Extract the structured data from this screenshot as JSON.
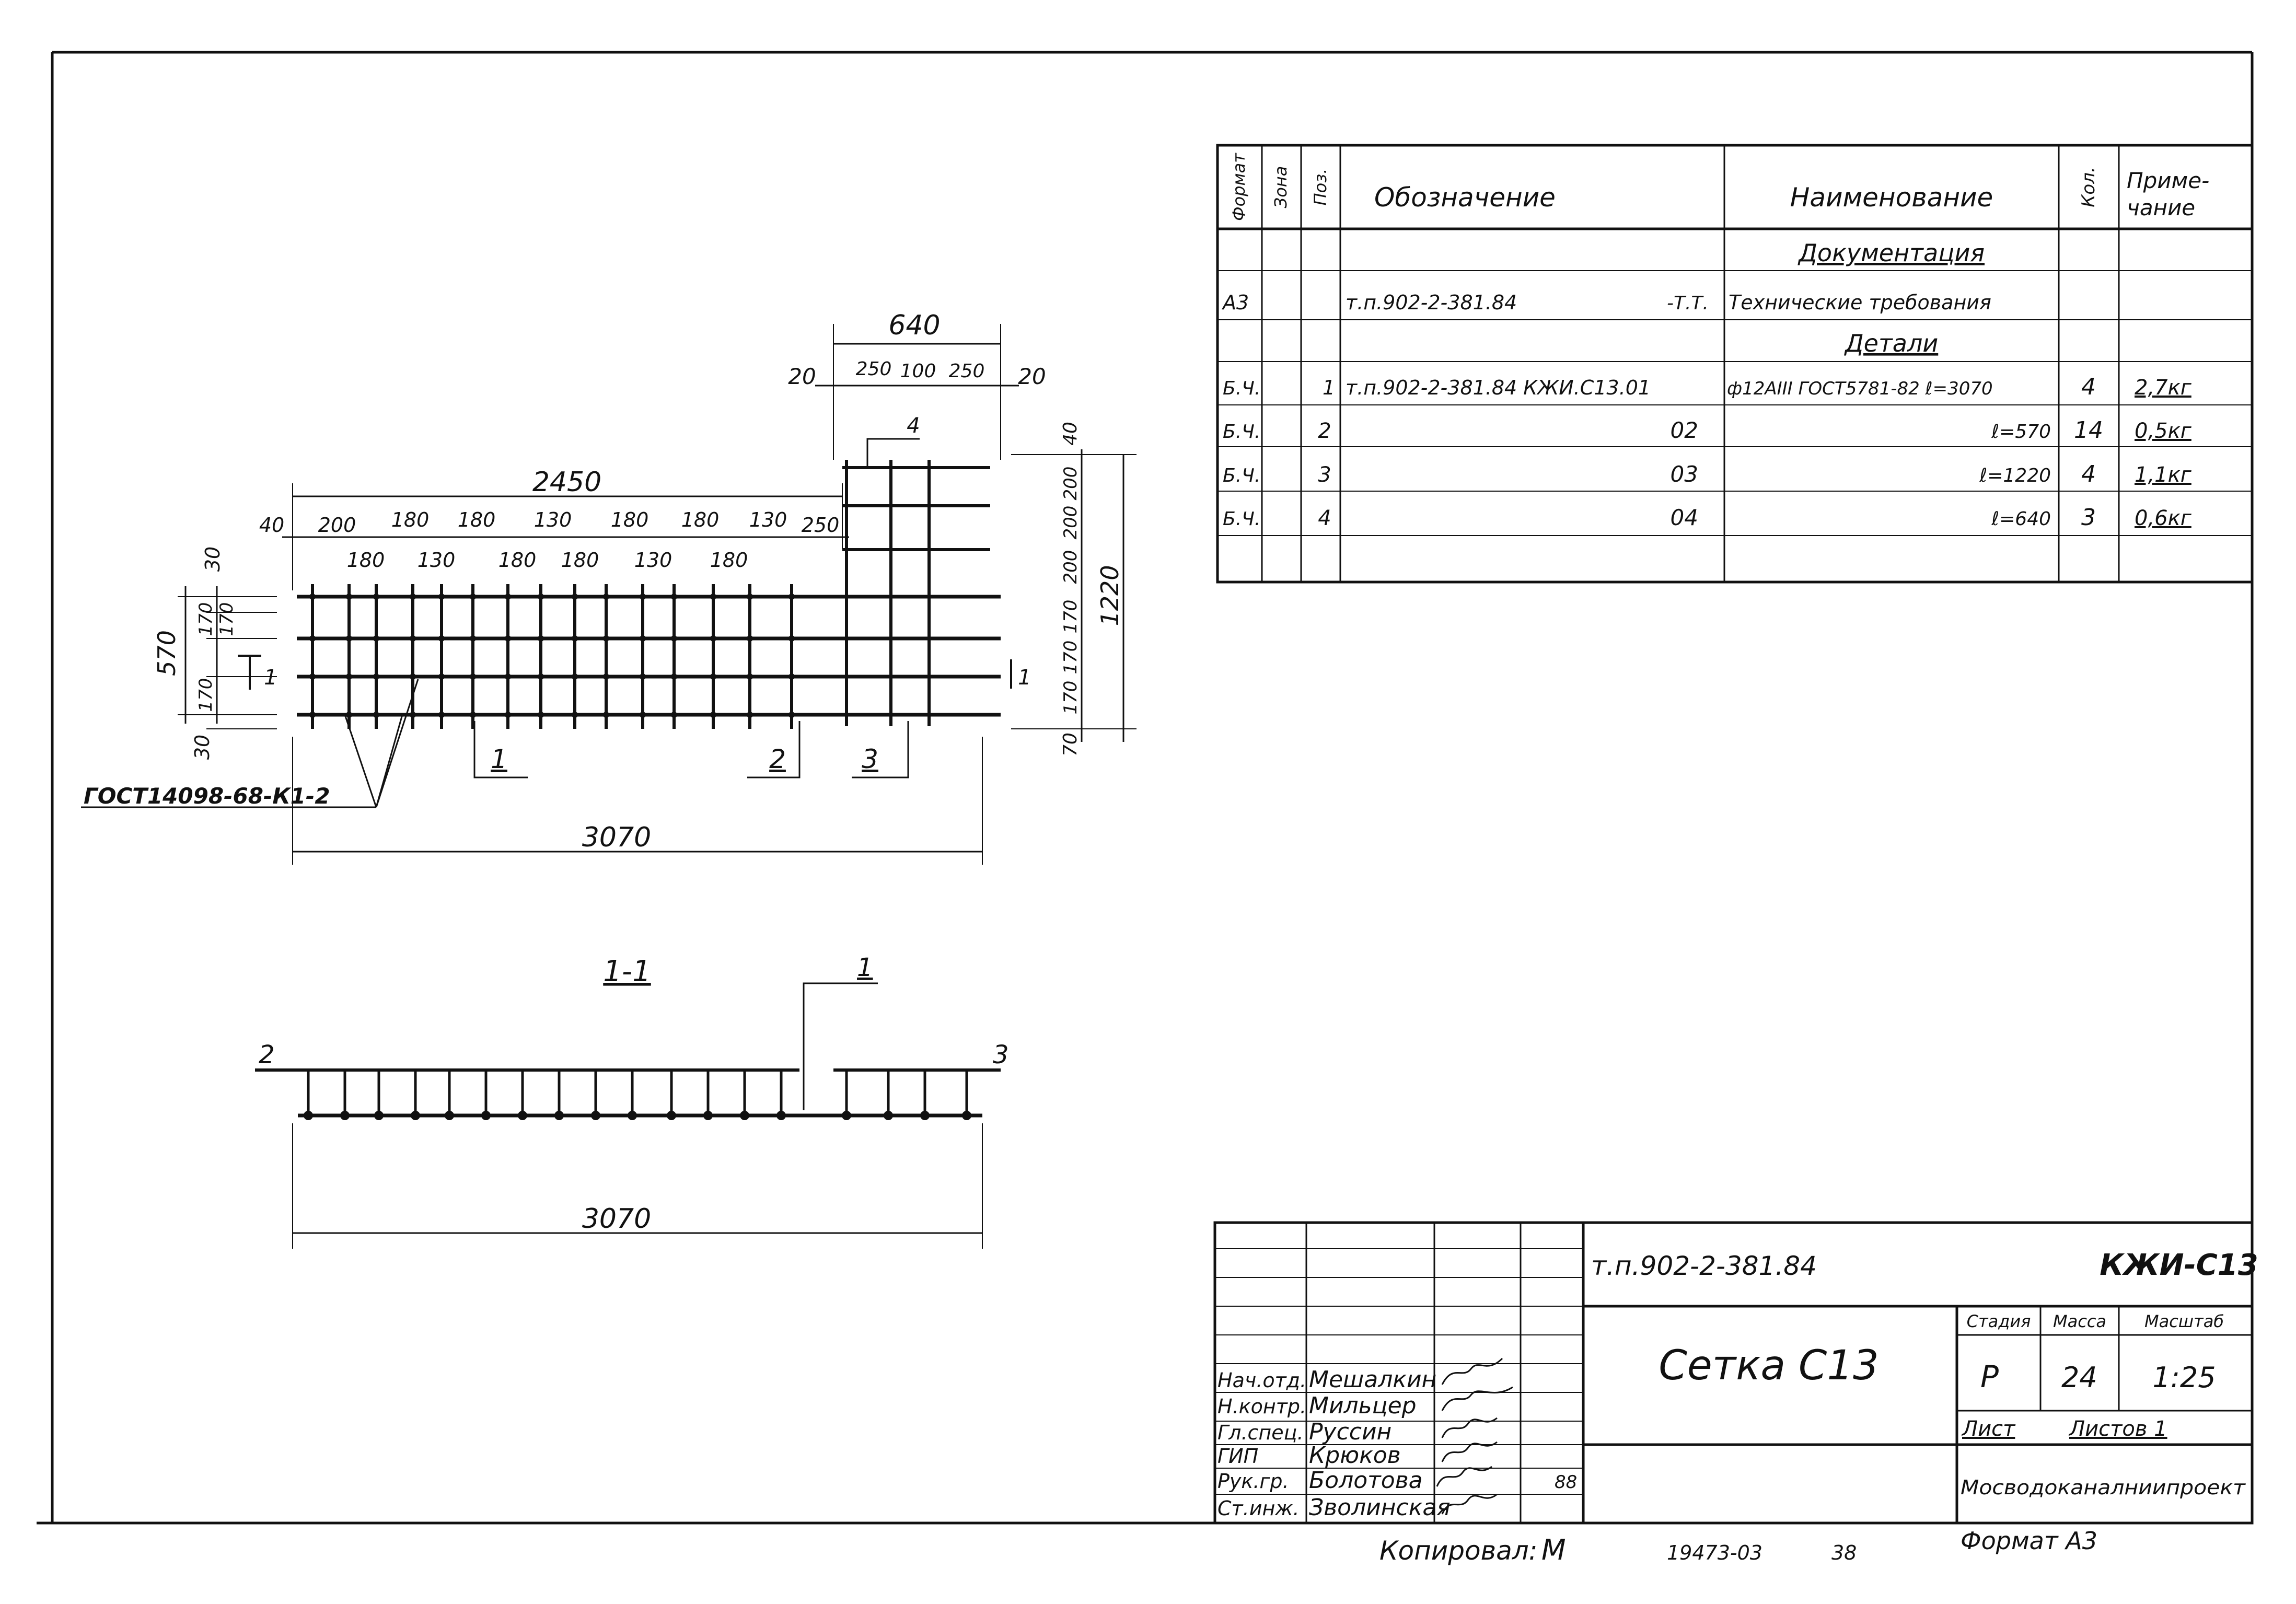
{
  "spec_table": {
    "headers": {
      "format": "Формат",
      "zone": "Зона",
      "pos": "Поз.",
      "designation": "Обозначение",
      "name": "Наименование",
      "qty": "Кол.",
      "note_line1": "Приме-",
      "note_line2": "чание"
    },
    "section_documentation": "Документация",
    "section_details": "Детали",
    "doc_row": {
      "format": "А3",
      "designation": "т.п.902-2-381.84",
      "suffix": "-Т.Т.",
      "name": "Технические требования"
    },
    "rows": [
      {
        "format": "Б.Ч.",
        "pos": "1",
        "designation": "т.п.902-2-381.84 КЖИ.С13.01",
        "name": "ф12АIII ГОСТ5781-82 ℓ=3070",
        "qty": "4",
        "note": "2,7кг"
      },
      {
        "format": "Б.Ч.",
        "pos": "2",
        "designation": "02",
        "name": "ℓ=570",
        "qty": "14",
        "note": "0,5кг"
      },
      {
        "format": "Б.Ч.",
        "pos": "3",
        "designation": "03",
        "name": "ℓ=1220",
        "qty": "4",
        "note": "1,1кг"
      },
      {
        "format": "Б.Ч.",
        "pos": "4",
        "designation": "04",
        "name": "ℓ=640",
        "qty": "3",
        "note": "0,6кг"
      }
    ]
  },
  "plan_drawing": {
    "dim_top_overall": "2450",
    "dim_top_right": "640",
    "dim_right_sub": [
      "20",
      "250",
      "100",
      "250",
      "20"
    ],
    "top_spacing_row1": [
      "40",
      "200",
      "180",
      "180",
      "130",
      "180",
      "180",
      "130",
      "250"
    ],
    "top_spacing_row2": [
      "180",
      "130",
      "180",
      "180",
      "130",
      "180"
    ],
    "dim_left_height": "570",
    "dim_left_parts": [
      "30",
      "170",
      "170",
      "170",
      "30"
    ],
    "dim_right_height": "1220",
    "dim_right_parts": [
      "40",
      "200",
      "200",
      "200",
      "170",
      "170",
      "170",
      "70"
    ],
    "dim_bottom": "3070",
    "callouts": [
      "1",
      "2",
      "3",
      "4"
    ],
    "section_mark": "1",
    "weld_note": "ГОСТ14098-68-К1-2"
  },
  "section_drawing": {
    "title": "1-1",
    "label_left": "2",
    "label_right": "3",
    "label_top": "1",
    "dim_bottom": "3070"
  },
  "title_block": {
    "doc_code": "т.п.902-2-381.84",
    "sheet_code": "КЖИ-С13",
    "item_name": "Сетка С13",
    "stage_label": "Стадия",
    "mass_label": "Масса",
    "scale_label": "Масштаб",
    "stage_value": "Р",
    "mass_value": "24",
    "scale_value": "1:25",
    "sheet_label": "Лист",
    "sheets_label": "Листов 1",
    "organization": "Мосводоканалниипроект",
    "people": [
      {
        "role": "Нач.отд.",
        "name": "Мешалкин"
      },
      {
        "role": "Н.контр.",
        "name": "Мильцер"
      },
      {
        "role": "Гл.спец.",
        "name": "Руссин"
      },
      {
        "role": "ГИП",
        "name": "Крюков"
      },
      {
        "role": "Рук.гр.",
        "name": "Болотова"
      },
      {
        "role": "Ст.инж.",
        "name": "Зволинская"
      }
    ],
    "date_note": "88"
  },
  "footer": {
    "copied": "Копировал:",
    "copied_sign": "М",
    "number": "19473-03",
    "page": "38",
    "format": "Формат А3"
  }
}
